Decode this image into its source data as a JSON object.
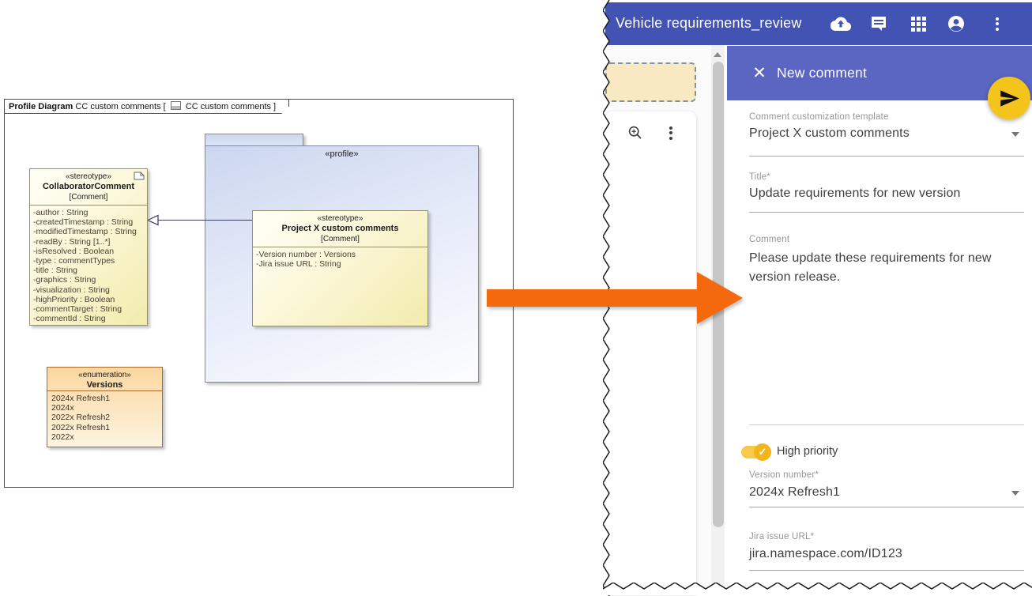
{
  "diagram": {
    "frame": {
      "kind": "Profile Diagram",
      "name_part": "CC custom comments [",
      "ref_part": "CC custom comments ]",
      "diagram_icon": "diagram-icon"
    },
    "profile_package": {
      "stereotype": "«profile»"
    },
    "collaborator_box": {
      "stereotype": "«stereotype»",
      "name": "CollaboratorComment",
      "metaclass": "[Comment]",
      "note_icon": "note-icon",
      "attributes": [
        "-author : String",
        "-createdTimestamp : String",
        "-modifiedTimestamp : String",
        "-readBy : String [1..*]",
        "-isResolved : Boolean",
        "-type : commentTypes",
        "-title : String",
        "-graphics : String",
        "-visualization : String",
        "-highPriority : Boolean",
        "-commentTarget : String",
        "-commentId : String"
      ]
    },
    "projectx_box": {
      "stereotype": "«stereotype»",
      "name": "Project X custom comments",
      "metaclass": "[Comment]",
      "attributes": [
        "-Version number : Versions",
        "-Jira issue URL : String"
      ]
    },
    "enum_box": {
      "stereotype": "«enumeration»",
      "name": "Versions",
      "literals": [
        "2024x Refresh1",
        "2024x",
        "2022x Refresh2",
        "2022x Refresh1",
        "2022x"
      ]
    }
  },
  "app": {
    "titlebar": {
      "title": "Vehicle requirements_review",
      "icons": [
        "cloud-upload",
        "comments",
        "apps-grid",
        "account",
        "more-vertical"
      ]
    },
    "canvas": {
      "icons": [
        "zoom-in",
        "more-vertical"
      ]
    },
    "new_comment": {
      "header": "New comment",
      "close_icon": "✕",
      "send_icon": "send",
      "form": {
        "template": {
          "label": "Comment customization template",
          "value": "Project X custom comments"
        },
        "title": {
          "label": "Title*",
          "value": "Update requirements for new version"
        },
        "comment": {
          "label": "Comment",
          "value": "Please update these requirements for new version release."
        },
        "high_priority": {
          "label": "High priority",
          "state": "on",
          "check": "✓"
        },
        "version": {
          "label": "Version number*",
          "value": "2024x Refresh1"
        },
        "jira": {
          "label": "Jira issue URL*",
          "value": "jira.namespace.com/ID123"
        }
      }
    }
  },
  "colors": {
    "toolbar": "#4253b4",
    "panel_header": "#5a66c1",
    "fab": "#f5c41c",
    "toggle": "#f2b51d",
    "arrow": "#f4690e",
    "class_fill": "#f7f1c0",
    "enum_fill": "#fbd7a0",
    "package_fill": "#ccd6ef",
    "selected_comment_fill": "#f8e9c3"
  }
}
